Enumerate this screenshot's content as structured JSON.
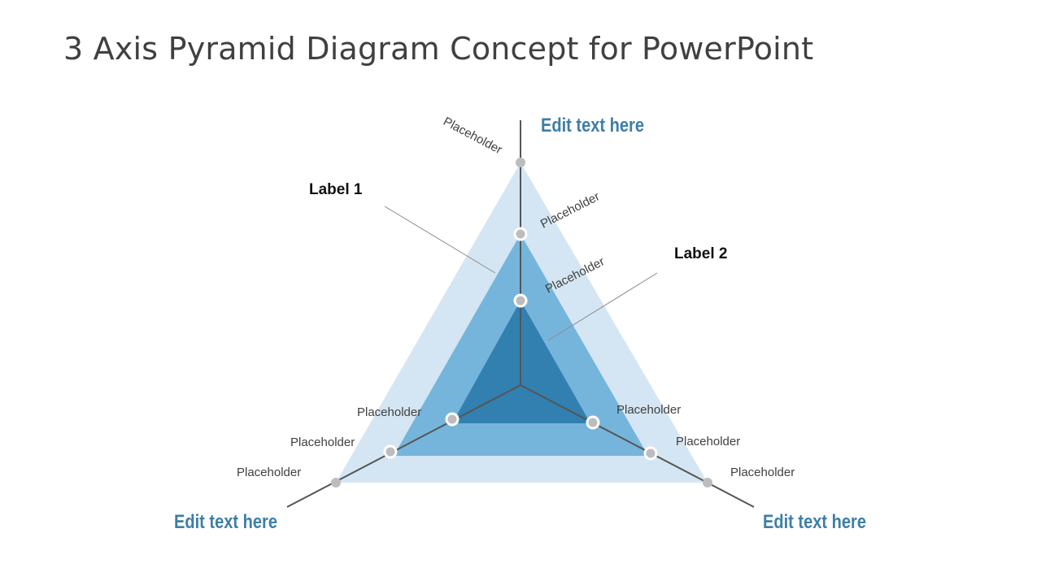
{
  "slide": {
    "title": "3 Axis Pyramid Diagram Concept for PowerPoint"
  },
  "colors": {
    "outer_layer": "#d4e6f3",
    "middle_layer": "#76b5db",
    "inner_layer": "#3180b0",
    "axis_line": "#555555",
    "marker_fill": "#bdbdbd",
    "accent_text": "#3d7fa7"
  },
  "axes": {
    "top": {
      "title": "Edit text here"
    },
    "left": {
      "title": "Edit text here"
    },
    "right": {
      "title": "Edit text here"
    }
  },
  "callouts": {
    "label_1": "Label 1",
    "label_2": "Label 2"
  },
  "placeholders": {
    "top": [
      "Placeholder",
      "Placeholder",
      "Placeholder"
    ],
    "left": [
      "Placeholder",
      "Placeholder",
      "Placeholder"
    ],
    "right": [
      "Placeholder",
      "Placeholder",
      "Placeholder"
    ]
  }
}
